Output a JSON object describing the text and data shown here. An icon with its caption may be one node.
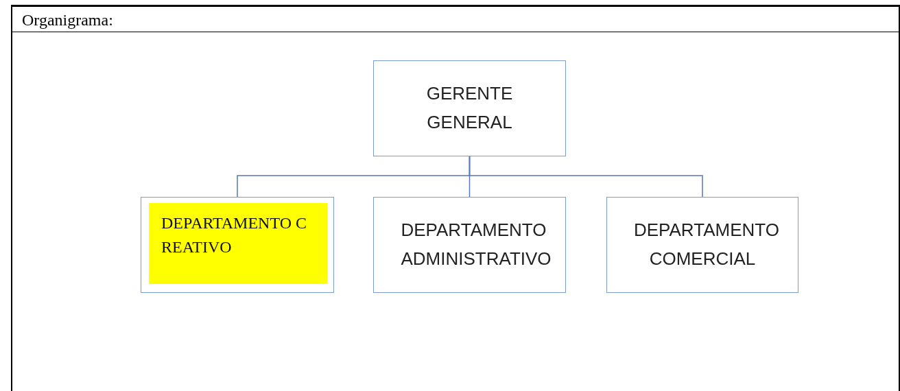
{
  "diagram": {
    "title": "Organigrama:",
    "nodes": [
      {
        "text": [
          "GERENTE GENERAL"
        ]
      },
      {
        "text": [
          "DEPARTAMENTO CREATIVO"
        ]
      },
      {
        "text": [
          "DEPARTAMENTO ADMINISTRATIVO"
        ]
      },
      {
        "text": [
          "DEPARTAMENTO COMERCIAL"
        ]
      }
    ],
    "edges": [
      {
        "from": 0,
        "to": 1,
        "arrow": "none"
      },
      {
        "from": 0,
        "to": 2,
        "arrow": "none"
      },
      {
        "from": 0,
        "to": 3,
        "arrow": "none"
      }
    ]
  }
}
